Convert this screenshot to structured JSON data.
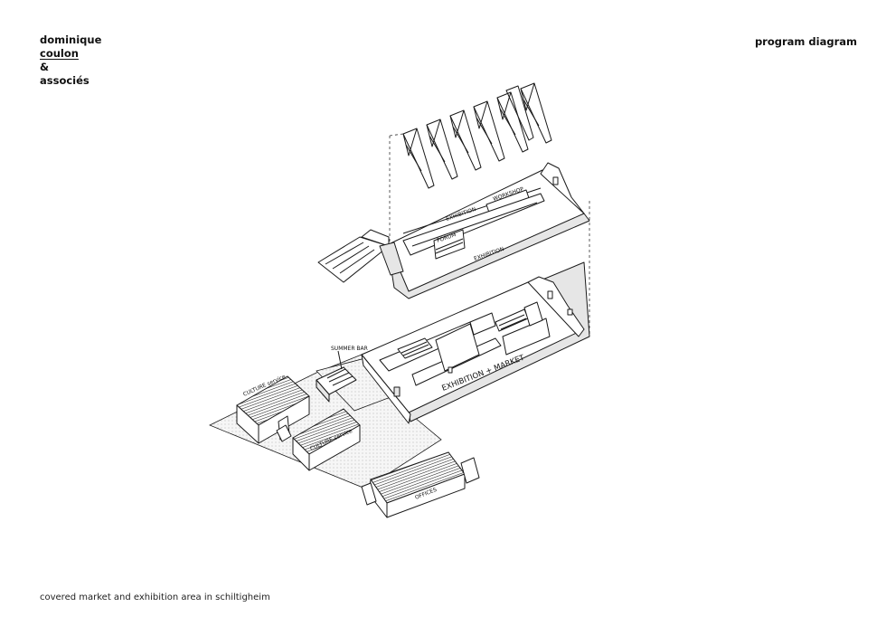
{
  "header": {
    "firm_lines": [
      "dominique",
      "coulon",
      "&",
      "associés"
    ],
    "doc_type": "program diagram"
  },
  "footer": {
    "caption": "covered market and exhibition area in schiltigheim"
  },
  "diagram": {
    "labels": {
      "exhibition_top": "EXHIBITION",
      "workshop": "WORKSHOP",
      "forum": "FORUM",
      "exhibition_bottom": "EXHIBITION",
      "summer_bar": "SUMMER BAR",
      "exhibition_market": "EXHIBITION + MARKET",
      "culture_service_1": "CULTURE service",
      "culture_service_2": "CULTURE service",
      "offices": "OFFICES"
    },
    "colors": {
      "line": "#1a1a1a",
      "background": "#ffffff",
      "ground": "#f2f2f2"
    }
  }
}
